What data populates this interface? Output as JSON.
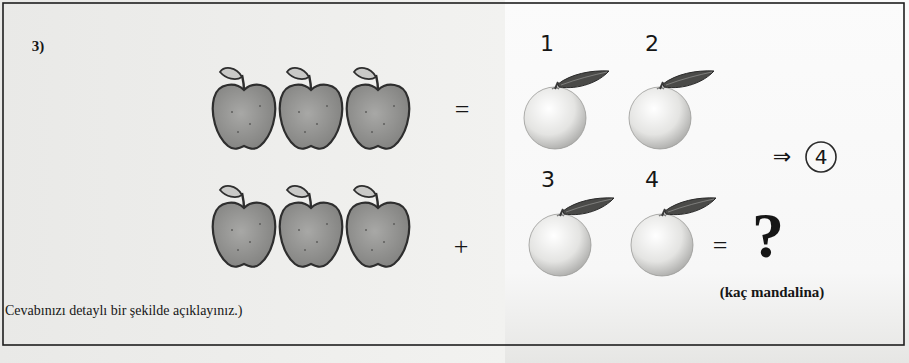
{
  "diagram": {
    "labels": [
      "3)",
      "1",
      "2",
      "=",
      "⇒",
      "4",
      "3",
      "4",
      "+",
      "=",
      "?",
      "(kaç mandalina)",
      "Cevabınızı detaylı bir şekilde açıklayınız.)"
    ]
  }
}
